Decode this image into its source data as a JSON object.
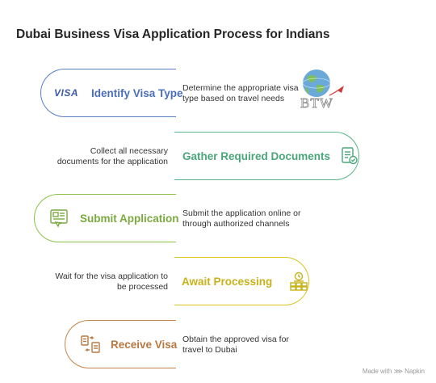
{
  "title": "Dubai Business Visa Application Process for Indians",
  "colors": {
    "step1": "#5b7fc7",
    "step2": "#58b68a",
    "step3": "#8cc24a",
    "step4": "#d9c422",
    "step5": "#c6844a"
  },
  "steps": [
    {
      "label": "Identify Visa Type",
      "icon": "visa-card-icon",
      "icon_text": "VISA",
      "desc": [
        "Determine the appropriate visa",
        "type based on travel needs"
      ]
    },
    {
      "label": "Gather Required Documents",
      "icon": "document-check-icon",
      "desc": [
        "Collect all necessary",
        "documents for the application"
      ]
    },
    {
      "label": "Submit Application",
      "icon": "submit-form-icon",
      "desc": [
        "Submit the application online or",
        "through authorized channels"
      ]
    },
    {
      "label": "Await Processing",
      "icon": "processing-queue-icon",
      "desc": [
        "Wait for the visa application to",
        "be processed"
      ]
    },
    {
      "label": "Receive Visa",
      "icon": "document-exchange-icon",
      "desc": [
        "Obtain the approved visa for",
        "travel to Dubai"
      ]
    }
  ],
  "logo": {
    "text": "BTW",
    "icon": "globe-logo-icon"
  },
  "footer": "Made with ⋙ Napkin"
}
